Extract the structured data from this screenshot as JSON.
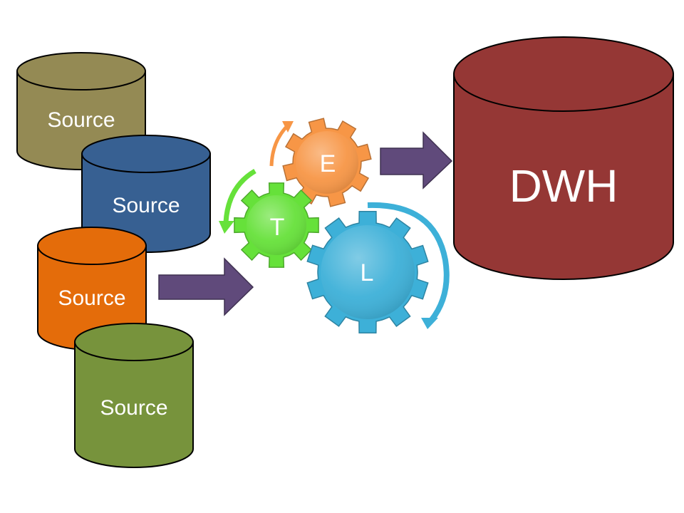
{
  "sources": [
    {
      "label": "Source",
      "color": "#948A54"
    },
    {
      "label": "Source",
      "color": "#376092"
    },
    {
      "label": "Source",
      "color": "#E46C0A"
    },
    {
      "label": "Source",
      "color": "#77933C"
    }
  ],
  "target": {
    "label": "DWH",
    "color": "#953735"
  },
  "gears": {
    "e": {
      "label": "E",
      "color": "#F79646"
    },
    "t": {
      "label": "T",
      "color": "#66E13A"
    },
    "l": {
      "label": "L",
      "color": "#3DB0D8"
    }
  },
  "flow_arrow_color": "#604A7B",
  "cycle_arrow_colors": {
    "e": "#F79646",
    "t": "#66E13A",
    "l": "#3DB0D8"
  }
}
